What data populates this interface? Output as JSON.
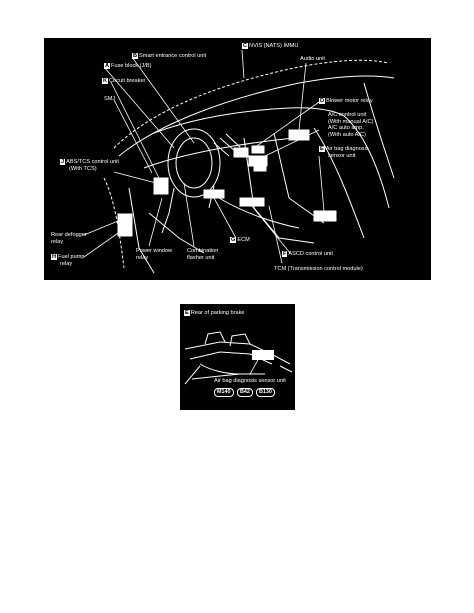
{
  "main": {
    "labels": {
      "smart_entrance": {
        "code": "B",
        "text": "Smart entrance control unit"
      },
      "nvis": {
        "code": "C",
        "text": "NVIS (NATS) IMMU"
      },
      "fuse_block": {
        "code": "A",
        "text": "Fuse block (J/B)"
      },
      "audio_unit": {
        "text": "Audio unit"
      },
      "circuit_breaker": {
        "code": "K",
        "text": "Circuit breaker"
      },
      "smj": {
        "text": "SMJ"
      },
      "blower_relay": {
        "code": "D",
        "text": "Blower motor relay"
      },
      "ac_control": {
        "lines": [
          "A/C control unit",
          "(With manual A/C)",
          "A/C auto amp.",
          "(With auto A/C)"
        ]
      },
      "airbag_sensor": {
        "code": "E",
        "lines": [
          "Air bag diagnosis",
          "sensor unit"
        ]
      },
      "abs_tcs": {
        "code": "J",
        "lines": [
          "ABS/TCS control unit",
          "(With TCS)"
        ]
      },
      "rear_defogger": {
        "lines": [
          "Rear defogger",
          "relay"
        ]
      },
      "fuel_pump": {
        "code": "H",
        "lines": [
          "Fuel pump",
          "relay"
        ]
      },
      "power_window": {
        "lines": [
          "Power window",
          "relay"
        ]
      },
      "combination_flasher": {
        "lines": [
          "Combination",
          "flasher unit"
        ]
      },
      "ecm": {
        "code": "G",
        "text": "ECM"
      },
      "ascd": {
        "code": "F",
        "text": "ASCD control unit"
      },
      "tcm": {
        "text": "TCM (Transmission control module)"
      }
    }
  },
  "inset": {
    "header": {
      "code": "E",
      "text": "Rear of parking brake"
    },
    "caption": "Air bag diagnosis sensor unit",
    "connectors": [
      "M140",
      "B42",
      "B130"
    ]
  }
}
